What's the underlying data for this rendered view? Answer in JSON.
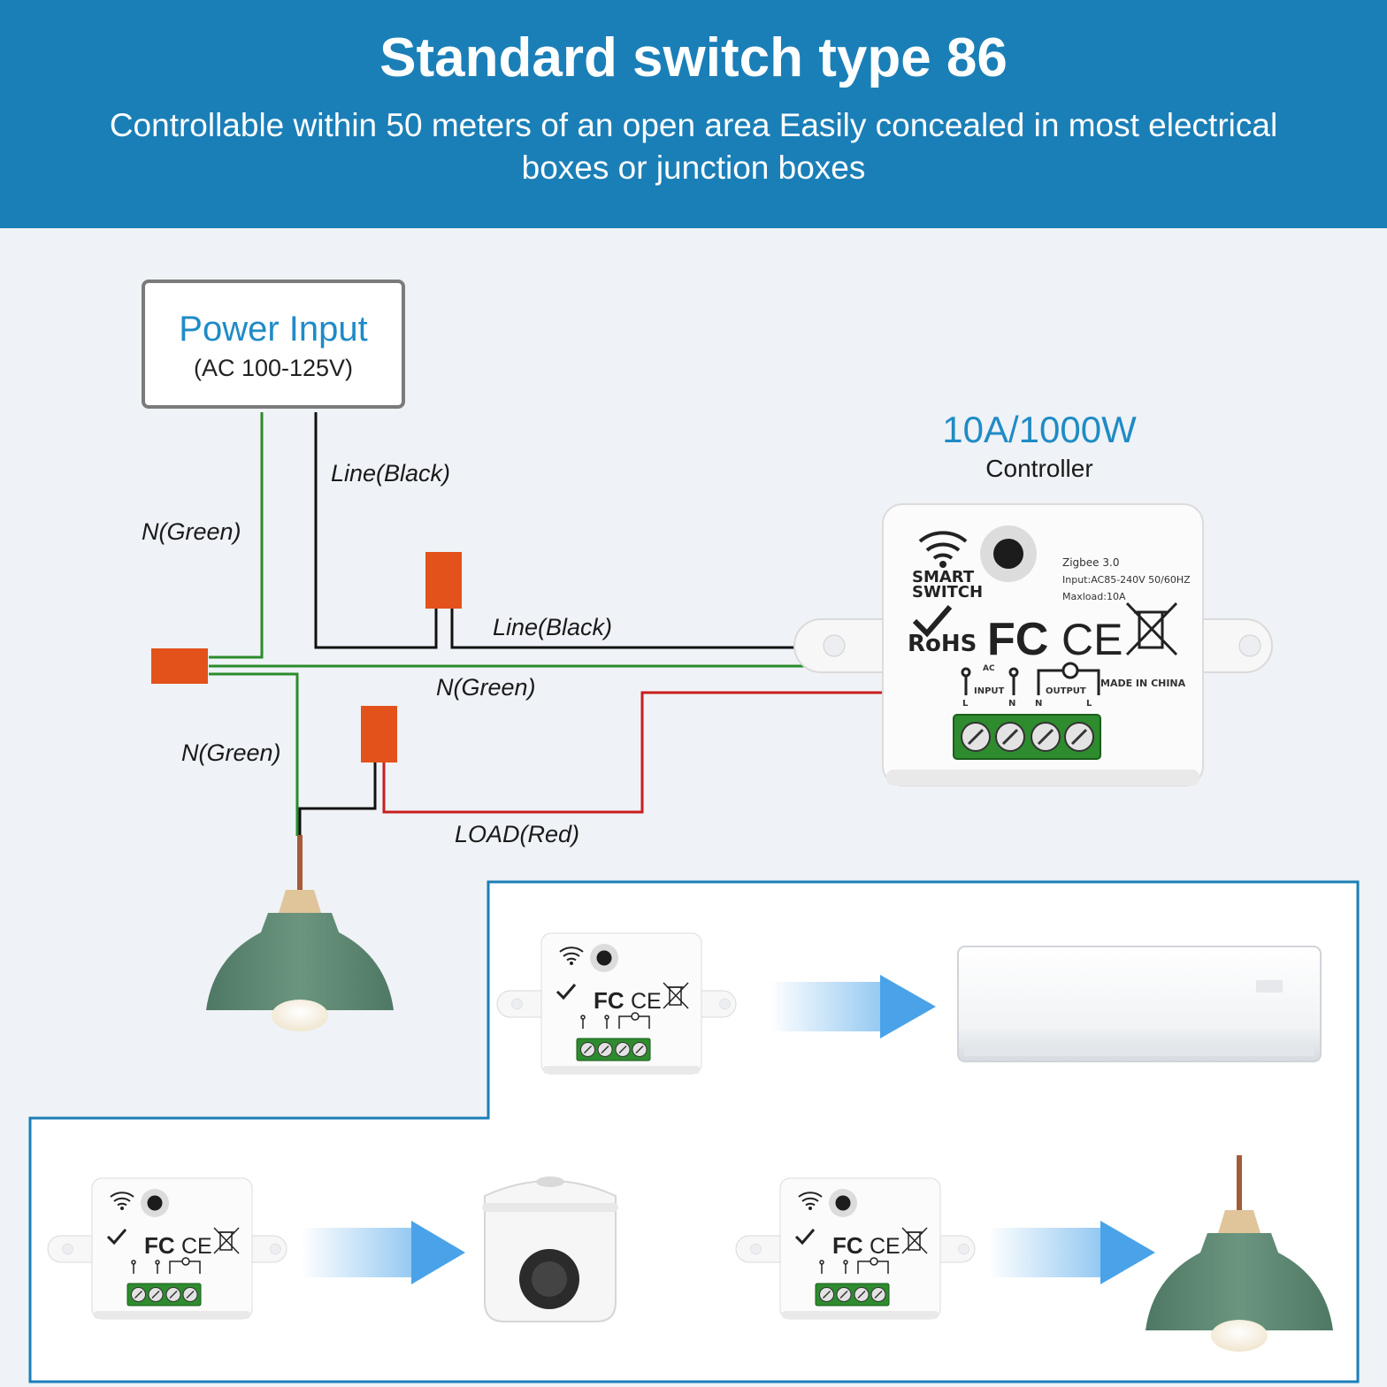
{
  "header": {
    "title": "Standard switch type 86",
    "subtitle": "Controllable within 50 meters of an open area Easily concealed in most electrical boxes or junction boxes"
  },
  "power_input": {
    "title": "Power Input",
    "range": "(AC 100-125V)"
  },
  "wire_labels": {
    "line_black_1": "Line(Black)",
    "n_green_1": "N(Green)",
    "line_black_2": "Line(Black)",
    "n_green_2": "N(Green)",
    "n_green_3": "N(Green)",
    "load_red": "LOAD(Red)"
  },
  "controller": {
    "rating": "10A/1000W",
    "label": "Controller",
    "module": {
      "brand_line1": "SMART",
      "brand_line2": "SWITCH",
      "spec1": "Zigbee 3.0",
      "spec2": "Input:AC85-240V 50/60HZ",
      "spec3": "Maxload:10A",
      "rohs": "RoHS",
      "fcc": "FC",
      "ce": "CE",
      "ac": "AC",
      "input": "INPUT",
      "output": "OUTPUT",
      "made_in": "MADE IN CHINA",
      "term_l": "L",
      "term_n": "N",
      "term_n2": "N",
      "term_l2": "L"
    }
  },
  "colors": {
    "header_bg": "#1b7fb7",
    "accent_blue": "#1f8bc6",
    "wire_green": "#2a8c2a",
    "wire_black": "#111111",
    "wire_red": "#c81e1e",
    "connector_orange": "#e2521a",
    "terminal_green": "#2e8b2e",
    "lamp_green": "#5f8a74",
    "arrow_blue": "#4aa3e8"
  },
  "application_examples": [
    {
      "device": "air-conditioner"
    },
    {
      "device": "rice-cooker"
    },
    {
      "device": "pendant-lamp"
    }
  ]
}
